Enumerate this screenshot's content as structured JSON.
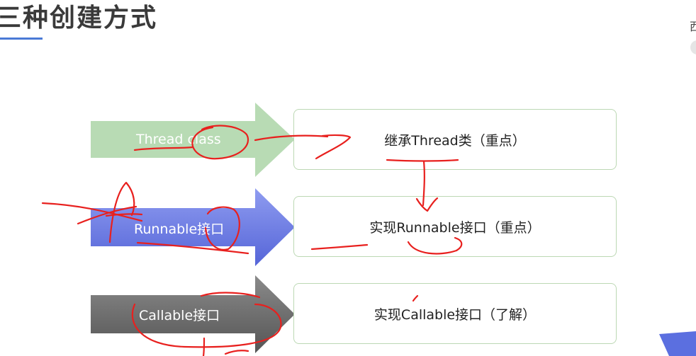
{
  "title": "三种创建方式",
  "edge_char": "西",
  "colors": {
    "accent": "#4a7ad6",
    "arrow_thread": "#b8dbb4",
    "arrow_runnable": "#6f7fe3",
    "arrow_callable": "#6e6e6e",
    "box_border": "#bcd8b4",
    "annotation_ink": "#e8201e"
  },
  "methods": [
    {
      "arrow_label": "Thread class",
      "description": "继承Thread类（重点）"
    },
    {
      "arrow_label": "Runnable接口",
      "description": "实现Runnable接口（重点）"
    },
    {
      "arrow_label": "Callable接口",
      "description": "实现Callable接口（了解）"
    }
  ]
}
